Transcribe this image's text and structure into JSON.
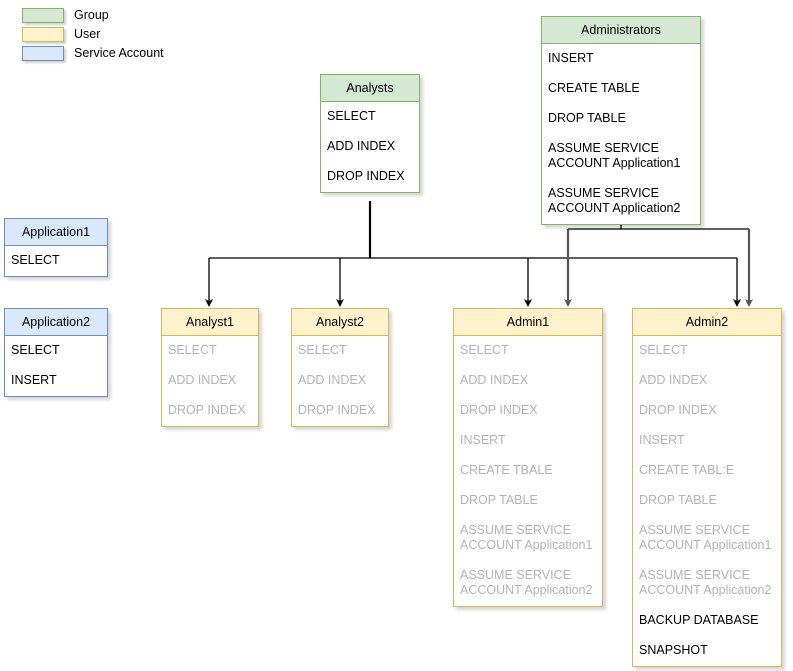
{
  "legend": {
    "items": [
      {
        "label": "Group",
        "swatch": "group",
        "color": "#d5e8d4"
      },
      {
        "label": "User",
        "swatch": "user",
        "color": "#fff2cc"
      },
      {
        "label": "Service Account",
        "swatch": "service",
        "color": "#dae8fc"
      }
    ]
  },
  "nodes": {
    "analysts": {
      "title": "Analysts",
      "type": "Group",
      "permissions": [
        {
          "text": "SELECT",
          "inherited": false
        },
        {
          "text": "ADD INDEX",
          "inherited": false
        },
        {
          "text": "DROP INDEX",
          "inherited": false
        }
      ]
    },
    "administrators": {
      "title": "Administrators",
      "type": "Group",
      "permissions": [
        {
          "text": "INSERT",
          "inherited": false
        },
        {
          "text": "CREATE TABLE",
          "inherited": false
        },
        {
          "text": "DROP TABLE",
          "inherited": false
        },
        {
          "text": "ASSUME SERVICE\nACCOUNT Application1",
          "inherited": false
        },
        {
          "text": "ASSUME SERVICE\nACCOUNT Application2",
          "inherited": false
        }
      ]
    },
    "application1": {
      "title": "Application1",
      "type": "Service Account",
      "permissions": [
        {
          "text": "SELECT",
          "inherited": false
        }
      ]
    },
    "application2": {
      "title": "Application2",
      "type": "Service Account",
      "permissions": [
        {
          "text": "SELECT",
          "inherited": false
        },
        {
          "text": "INSERT",
          "inherited": false
        }
      ]
    },
    "analyst1": {
      "title": "Analyst1",
      "type": "User",
      "permissions": [
        {
          "text": "SELECT",
          "inherited": true
        },
        {
          "text": "ADD INDEX",
          "inherited": true
        },
        {
          "text": "DROP INDEX",
          "inherited": true
        }
      ]
    },
    "analyst2": {
      "title": "Analyst2",
      "type": "User",
      "permissions": [
        {
          "text": "SELECT",
          "inherited": true
        },
        {
          "text": "ADD INDEX",
          "inherited": true
        },
        {
          "text": "DROP INDEX",
          "inherited": true
        }
      ]
    },
    "admin1": {
      "title": "Admin1",
      "type": "User",
      "permissions": [
        {
          "text": "SELECT",
          "inherited": true
        },
        {
          "text": "ADD INDEX",
          "inherited": true
        },
        {
          "text": "DROP INDEX",
          "inherited": true
        },
        {
          "text": "INSERT",
          "inherited": true
        },
        {
          "text": "CREATE TBALE",
          "inherited": true
        },
        {
          "text": "DROP TABLE",
          "inherited": true
        },
        {
          "text": "ASSUME SERVICE\nACCOUNT Application1",
          "inherited": true
        },
        {
          "text": "ASSUME SERVICE\nACCOUNT Application2",
          "inherited": true
        }
      ]
    },
    "admin2": {
      "title": "Admin2",
      "type": "User",
      "permissions": [
        {
          "text": "SELECT",
          "inherited": true
        },
        {
          "text": "ADD INDEX",
          "inherited": true
        },
        {
          "text": "DROP INDEX",
          "inherited": true
        },
        {
          "text": "INSERT",
          "inherited": true
        },
        {
          "text": "CREATE TABL:E",
          "inherited": true
        },
        {
          "text": "DROP TABLE",
          "inherited": true
        },
        {
          "text": "ASSUME SERVICE\nACCOUNT Application1",
          "inherited": true
        },
        {
          "text": "ASSUME SERVICE\nACCOUNT Application2",
          "inherited": true
        },
        {
          "text": "BACKUP DATABASE",
          "inherited": false
        },
        {
          "text": "SNAPSHOT",
          "inherited": false
        }
      ]
    }
  },
  "edges": [
    {
      "from": "analysts",
      "to": "analyst1"
    },
    {
      "from": "analysts",
      "to": "analyst2"
    },
    {
      "from": "analysts",
      "to": "admin1"
    },
    {
      "from": "analysts",
      "to": "admin2"
    },
    {
      "from": "administrators",
      "to": "admin1"
    },
    {
      "from": "administrators",
      "to": "admin2"
    }
  ],
  "colors": {
    "group_fill": "#d5e8d4",
    "group_stroke": "#82b366",
    "user_fill": "#fff2cc",
    "user_stroke": "#d6b656",
    "service_fill": "#dae8fc",
    "service_stroke": "#6c8ebf",
    "edge_black": "#000000",
    "edge_gray": "#666666",
    "inherited_text": "#b3b3b3"
  }
}
